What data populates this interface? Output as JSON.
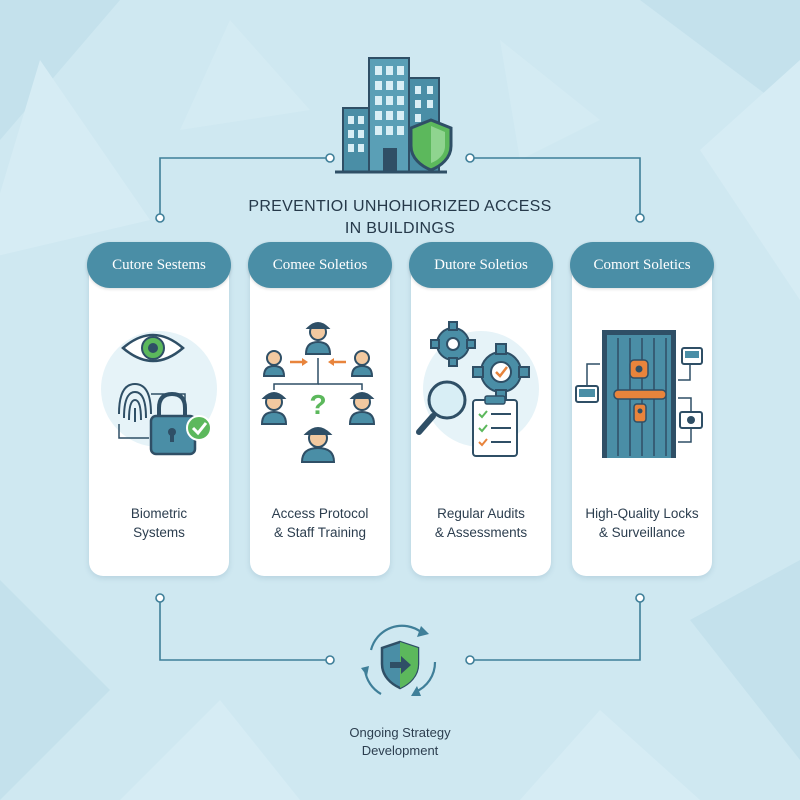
{
  "title": {
    "line1": "PREVENTIOI UNHOHIORIZED ACCESS",
    "line2": "IN BUILDINGS"
  },
  "cards": [
    {
      "header": "Cutore Sestems",
      "caption_line1": "Biometric",
      "caption_line2": "Systems",
      "icon": "biometric-lock-icon"
    },
    {
      "header": "Comee Soletios",
      "caption_line1": "Access Protocol",
      "caption_line2": "& Staff Training",
      "icon": "staff-training-icon"
    },
    {
      "header": "Dutore Soletios",
      "caption_line1": "Regular Audits",
      "caption_line2": "& Assessments",
      "icon": "audit-gears-icon"
    },
    {
      "header": "Comort Soletics",
      "caption_line1": "High-Quality Locks",
      "caption_line2": "& Surveillance",
      "icon": "secure-door-icon"
    }
  ],
  "bottom": {
    "line1": "Ongoing Strategy",
    "line2": "Development",
    "icon": "shield-cycle-icon"
  },
  "top_icon": "building-shield-icon",
  "colors": {
    "background": "#cfe8f1",
    "header": "#4a8ea6",
    "accent_green": "#5cb85c",
    "accent_orange": "#e8843c",
    "dark_navy": "#2f4f66"
  }
}
